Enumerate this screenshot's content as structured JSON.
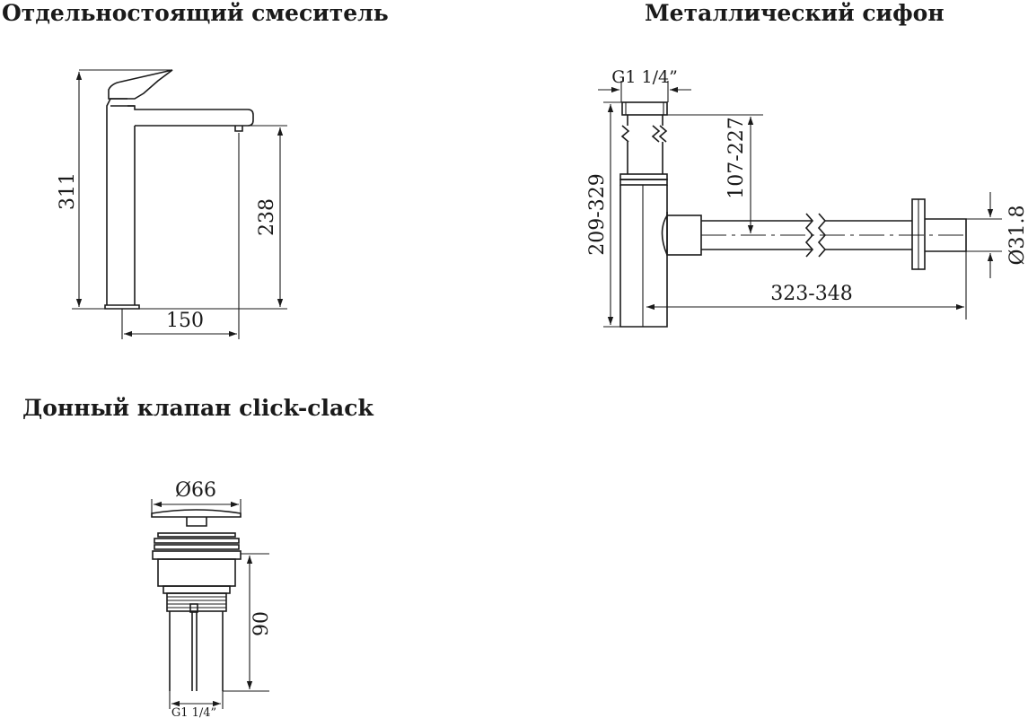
{
  "titles": {
    "mixer": "Отдельностоящий смеситель",
    "siphon": "Металлический сифон",
    "valve": "Донный клапан click-clack"
  },
  "mixer": {
    "height_total": "311",
    "height_spout": "238",
    "reach": "150"
  },
  "siphon": {
    "thread": "G1 1/4”",
    "height_range": "209-329",
    "inlet_range": "107-227",
    "length_range": "323-348",
    "pipe_diameter": "Ø31.8"
  },
  "valve": {
    "cap_diameter": "Ø66",
    "height": "90",
    "thread": "G1 1/4”"
  }
}
